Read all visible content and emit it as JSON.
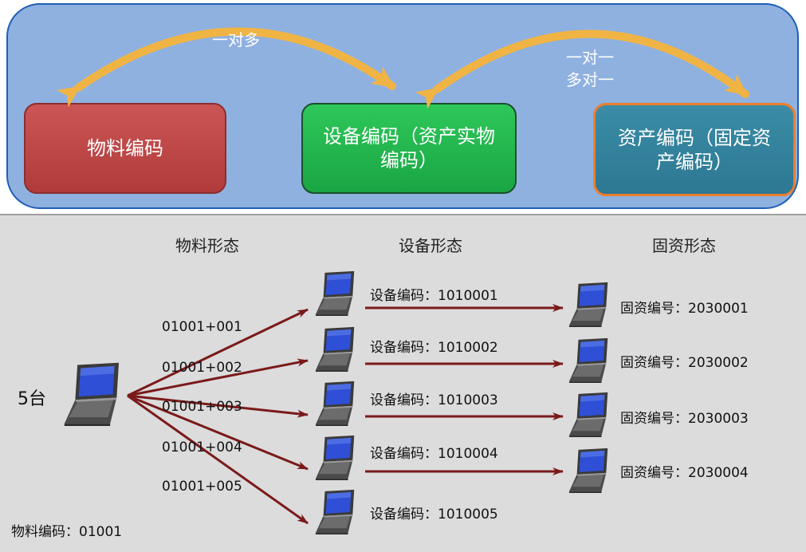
{
  "top": {
    "material_code": "物料编码",
    "equipment_code_line1": "设备编码（资产实物",
    "equipment_code_line2": "编码）",
    "asset_code_line1": "资产编码（固定资",
    "asset_code_line2": "产编码）",
    "rel_one_to_many": "一对多",
    "rel_one_to_one": "一对一",
    "rel_many_to_one": "多对一"
  },
  "bottom": {
    "col_material": "物料形态",
    "col_equipment": "设备形态",
    "col_asset": "固资形态",
    "count": "5台",
    "material_code_footer": "物料编码：01001",
    "material_forms": [
      "01001+001",
      "01001+002",
      "01001+003",
      "01001+004",
      "01001+005"
    ],
    "equipment_codes": [
      "设备编码：1010001",
      "设备编码：1010002",
      "设备编码：1010003",
      "设备编码：1010004",
      "设备编码：1010005"
    ],
    "asset_codes": [
      "固资编号：2030001",
      "固资编号：2030002",
      "固资编号：2030003",
      "固资编号：2030004"
    ]
  },
  "colors": {
    "panel_blue": "#8fb1e0",
    "material_red": "#c24a4a",
    "equipment_green": "#22b14c",
    "asset_teal": "#3386a0",
    "asset_border_orange": "#ec7e2e",
    "arc_gold": "#f3b94a",
    "arrow_darkred": "#7a1a1a"
  }
}
